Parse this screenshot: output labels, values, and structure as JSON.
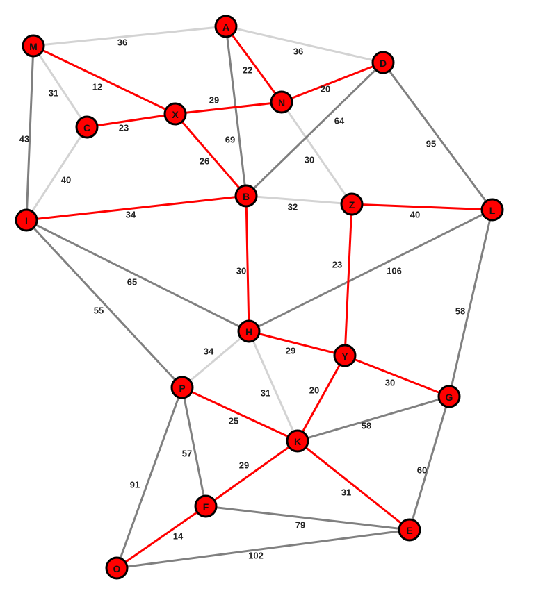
{
  "colors": {
    "path": "#ff0000",
    "tree": "#808080",
    "unused": "#d3d3d3",
    "node_fill": "#ff0000",
    "node_stroke": "#000000"
  },
  "nodes": [
    "A",
    "M",
    "D",
    "N",
    "X",
    "C",
    "B",
    "Z",
    "L",
    "I",
    "H",
    "Y",
    "G",
    "P",
    "K",
    "F",
    "E",
    "O"
  ],
  "edges": [
    {
      "from": "M",
      "to": "A",
      "weight": "36",
      "state": "unused"
    },
    {
      "from": "A",
      "to": "D",
      "weight": "36",
      "state": "unused"
    },
    {
      "from": "A",
      "to": "N",
      "weight": "22",
      "state": "path"
    },
    {
      "from": "A",
      "to": "B",
      "weight": "69",
      "state": "tree"
    },
    {
      "from": "M",
      "to": "X",
      "weight": "12",
      "state": "path"
    },
    {
      "from": "M",
      "to": "C",
      "weight": "31",
      "state": "unused"
    },
    {
      "from": "M",
      "to": "I",
      "weight": "43",
      "state": "tree"
    },
    {
      "from": "C",
      "to": "X",
      "weight": "23",
      "state": "path"
    },
    {
      "from": "X",
      "to": "N",
      "weight": "29",
      "state": "path"
    },
    {
      "from": "N",
      "to": "D",
      "weight": "20",
      "state": "path"
    },
    {
      "from": "X",
      "to": "B",
      "weight": "26",
      "state": "path"
    },
    {
      "from": "D",
      "to": "B",
      "weight": "64",
      "state": "tree"
    },
    {
      "from": "D",
      "to": "L",
      "weight": "95",
      "state": "tree"
    },
    {
      "from": "N",
      "to": "Z",
      "weight": "30",
      "state": "unused"
    },
    {
      "from": "C",
      "to": "I",
      "weight": "40",
      "state": "unused"
    },
    {
      "from": "I",
      "to": "B",
      "weight": "34",
      "state": "path"
    },
    {
      "from": "B",
      "to": "Z",
      "weight": "32",
      "state": "unused"
    },
    {
      "from": "Z",
      "to": "L",
      "weight": "40",
      "state": "path"
    },
    {
      "from": "B",
      "to": "H",
      "weight": "30",
      "state": "path"
    },
    {
      "from": "Z",
      "to": "Y",
      "weight": "23",
      "state": "path"
    },
    {
      "from": "L",
      "to": "H",
      "weight": "106",
      "state": "tree"
    },
    {
      "from": "I",
      "to": "H",
      "weight": "65",
      "state": "tree"
    },
    {
      "from": "I",
      "to": "P",
      "weight": "55",
      "state": "tree"
    },
    {
      "from": "L",
      "to": "G",
      "weight": "58",
      "state": "tree"
    },
    {
      "from": "H",
      "to": "Y",
      "weight": "29",
      "state": "path"
    },
    {
      "from": "H",
      "to": "P",
      "weight": "34",
      "state": "unused"
    },
    {
      "from": "H",
      "to": "K",
      "weight": "31",
      "state": "unused"
    },
    {
      "from": "Y",
      "to": "K",
      "weight": "20",
      "state": "path"
    },
    {
      "from": "Y",
      "to": "G",
      "weight": "30",
      "state": "path"
    },
    {
      "from": "P",
      "to": "K",
      "weight": "25",
      "state": "path"
    },
    {
      "from": "K",
      "to": "G",
      "weight": "58",
      "state": "tree"
    },
    {
      "from": "P",
      "to": "F",
      "weight": "57",
      "state": "tree"
    },
    {
      "from": "K",
      "to": "F",
      "weight": "29",
      "state": "path"
    },
    {
      "from": "K",
      "to": "E",
      "weight": "31",
      "state": "path"
    },
    {
      "from": "G",
      "to": "E",
      "weight": "60",
      "state": "tree"
    },
    {
      "from": "P",
      "to": "O",
      "weight": "91",
      "state": "tree"
    },
    {
      "from": "F",
      "to": "E",
      "weight": "79",
      "state": "tree"
    },
    {
      "from": "F",
      "to": "O",
      "weight": "14",
      "state": "path"
    },
    {
      "from": "O",
      "to": "E",
      "weight": "102",
      "state": "tree"
    }
  ]
}
